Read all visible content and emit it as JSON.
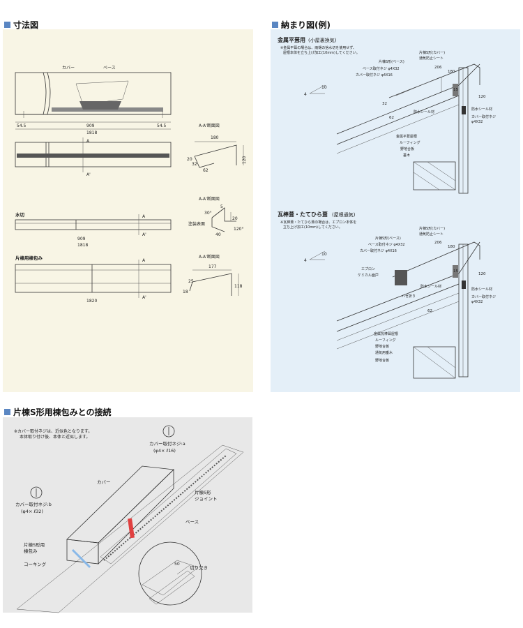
{
  "headers": {
    "dimension": "寸法図",
    "installation": "納まり図(例)",
    "connection": "片棟S形用棟包みとの接続"
  },
  "dim": {
    "cover": "カバー",
    "base": "ベース",
    "d545a": "54.5",
    "d909": "909",
    "d545b": "54.5",
    "d1818": "1818",
    "A": "A",
    "A2": "A'",
    "section1": "A-A'断面図",
    "s180": "180",
    "s20": "20",
    "s32": "32",
    "s62": "62",
    "s120": "120",
    "mizukiri": "水切",
    "d909b": "909",
    "d1818b": "1818",
    "section2": "A-A'断面図",
    "s30": "30°",
    "s5": "5",
    "s20b": "20",
    "toso": "塗装表面",
    "s40": "40",
    "s120b": "120°",
    "katamune": "片棟用棟包み",
    "d1820": "1820",
    "section3": "A-A'断面図",
    "s177": "177",
    "s18": "18",
    "s25": "25",
    "s118": "118"
  },
  "inst1": {
    "title": "金属平葺用",
    "sub": "(小屋裏換気)",
    "note1": "※金属平葺の場合は、雨樋の捨水切を使用せず、",
    "note2": "屋根本体を立ち上げ加工(10mm)してください。",
    "l1": "片棟S形(カバー)",
    "l2": "片棟S形(ベース)",
    "l3": "通気防止シート",
    "l4": "ベース取付ネジ φ4X32",
    "l5": "カバー取付ネジ φ4X16",
    "n206": "206",
    "n180": "180",
    "n15": "15",
    "n120": "120",
    "n32": "32",
    "n62": "62",
    "r10": "10",
    "r4": "4",
    "l6": "防水シール材",
    "l7": "防水シール材",
    "l8": "カバー取付ネジ",
    "l9": "φ4X32",
    "l10": "金属平葺屋根",
    "l11": "ルーフィング",
    "l12": "野地合板",
    "l13": "垂木"
  },
  "inst2": {
    "title": "瓦棒葺・たてひら葺",
    "sub": "(屋根通気)",
    "note1": "※瓦棒葺・たてひら葺の場合は、エプロン本体を",
    "note2": "立ち上げ加工(10mm)してください。",
    "l1": "片棟S形(カバー)",
    "l2": "片棟S形(ベース)",
    "l3": "通気防止シート",
    "l4": "ベース取付ネジ φ4X32",
    "l5": "カバー取付ネジ φ4X16",
    "n206": "206",
    "n180": "180",
    "n120": "120",
    "n15": "15",
    "n62": "62",
    "r10": "10",
    "r4": "4",
    "l6": "エプロン",
    "l7": "ケミカル面戸",
    "l8": "防水シール材",
    "l9": "防水シール材",
    "l10": "カバー取付ネジ",
    "l11": "φ4X32",
    "l12": "ハゼ折り",
    "l13": "金属瓦棒葺屋根",
    "l14": "ルーフィング",
    "l15": "野地合板",
    "l16": "通気用垂木",
    "l17": "野地合板"
  },
  "conn": {
    "note1": "※カバー取付ネジは、近似色となります。",
    "note2": "本体取り付け後、本体と近似します。",
    "screwA": "カバー取付ネジ:a",
    "screwAsize": "(φ4× ℓ16)",
    "screwB": "カバー取付ネジ:b",
    "screwBsize": "(φ4× ℓ32)",
    "cover": "カバー",
    "joint1": "片棟S形",
    "joint2": "ジョイント",
    "base": "ベース",
    "kata1": "片棟S形用",
    "kata2": "棟包み",
    "caulk": "コーキング",
    "n50": "50",
    "notch": "切り欠き"
  }
}
